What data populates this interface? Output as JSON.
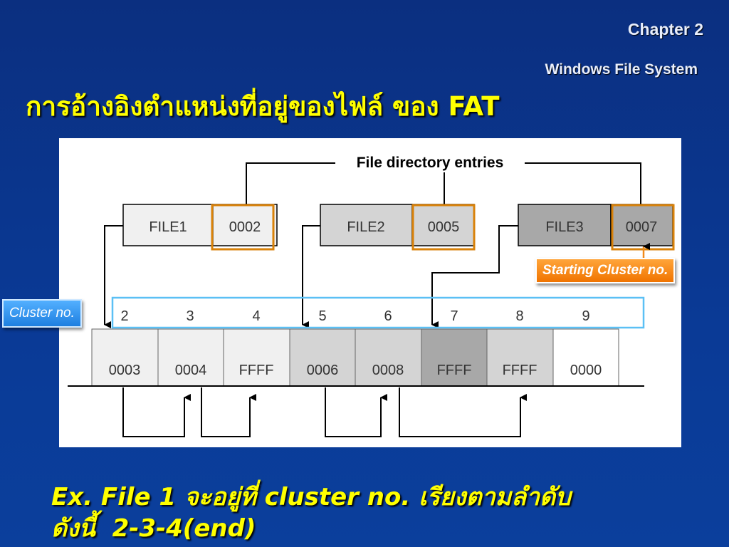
{
  "header": {
    "chapter": "Chapter 2",
    "subtitle": "Windows File System"
  },
  "title": "การอ้างอิงตำแหน่งที่อยู่ของไฟล์ ของ FAT",
  "diagram": {
    "heading": "File directory entries",
    "entries": [
      {
        "name": "FILE1",
        "cluster": "0002"
      },
      {
        "name": "FILE2",
        "cluster": "0005"
      },
      {
        "name": "FILE3",
        "cluster": "0007"
      }
    ],
    "cluster_numbers": [
      "2",
      "3",
      "4",
      "5",
      "6",
      "7",
      "8",
      "9"
    ],
    "fat_values": [
      "0003",
      "0004",
      "FFFF",
      "0006",
      "0008",
      "FFFF",
      "FFFF",
      "0000"
    ],
    "colors": {
      "file1_fill": "#f0f0f0",
      "file2_fill": "#d4d4d4",
      "file3_fill": "#a8a8a8",
      "start_highlight": "#d9820a",
      "cluster_row_border": "#5bc0f5"
    }
  },
  "callouts": {
    "starting_cluster": "Starting Cluster no.",
    "cluster_no": "Cluster no."
  },
  "footer": {
    "line1": "Ex. File 1 จะอยู่ที่ cluster no. เรียงตามลำดับ",
    "line2": "ดังนี้  2-3-4(end)"
  }
}
